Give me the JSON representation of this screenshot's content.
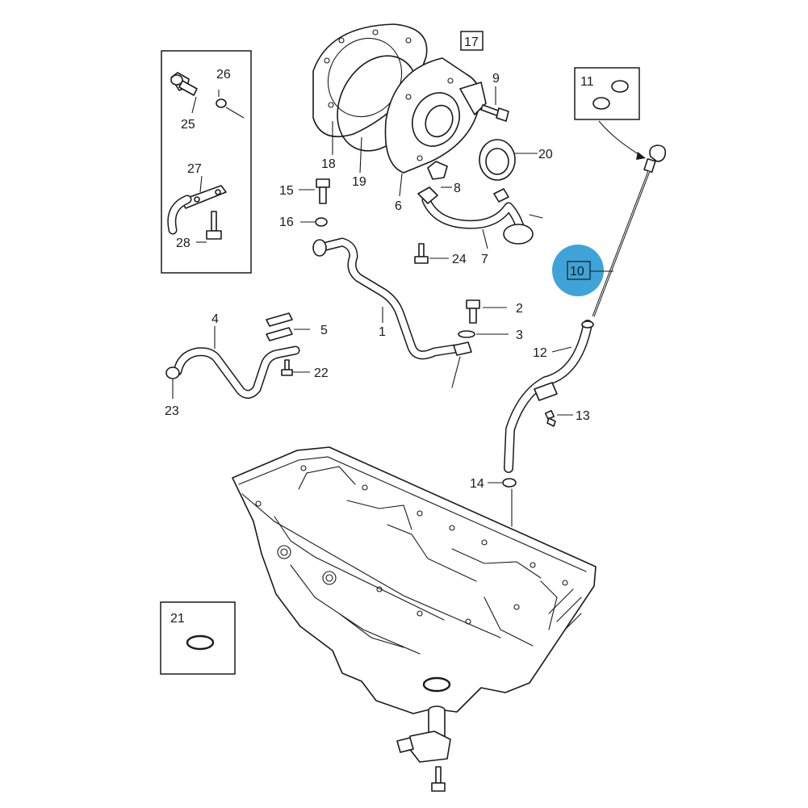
{
  "colors": {
    "highlight": "#2e9bd6",
    "line": "#1a1a1a",
    "background": "#ffffff"
  },
  "highlighted_part": "10",
  "callouts": {
    "c1": "1",
    "c2": "2",
    "c3": "3",
    "c4": "4",
    "c5": "5",
    "c6": "6",
    "c7": "7",
    "c8": "8",
    "c9": "9",
    "c10": "10",
    "c11": "11",
    "c12": "12",
    "c13": "13",
    "c14": "14",
    "c15": "15",
    "c16": "16",
    "c17": "17",
    "c18": "18",
    "c19": "19",
    "c20": "20",
    "c21": "21",
    "c22": "22",
    "c23": "23",
    "c24": "24",
    "c25": "25",
    "c26": "26",
    "c27": "27",
    "c28": "28"
  }
}
